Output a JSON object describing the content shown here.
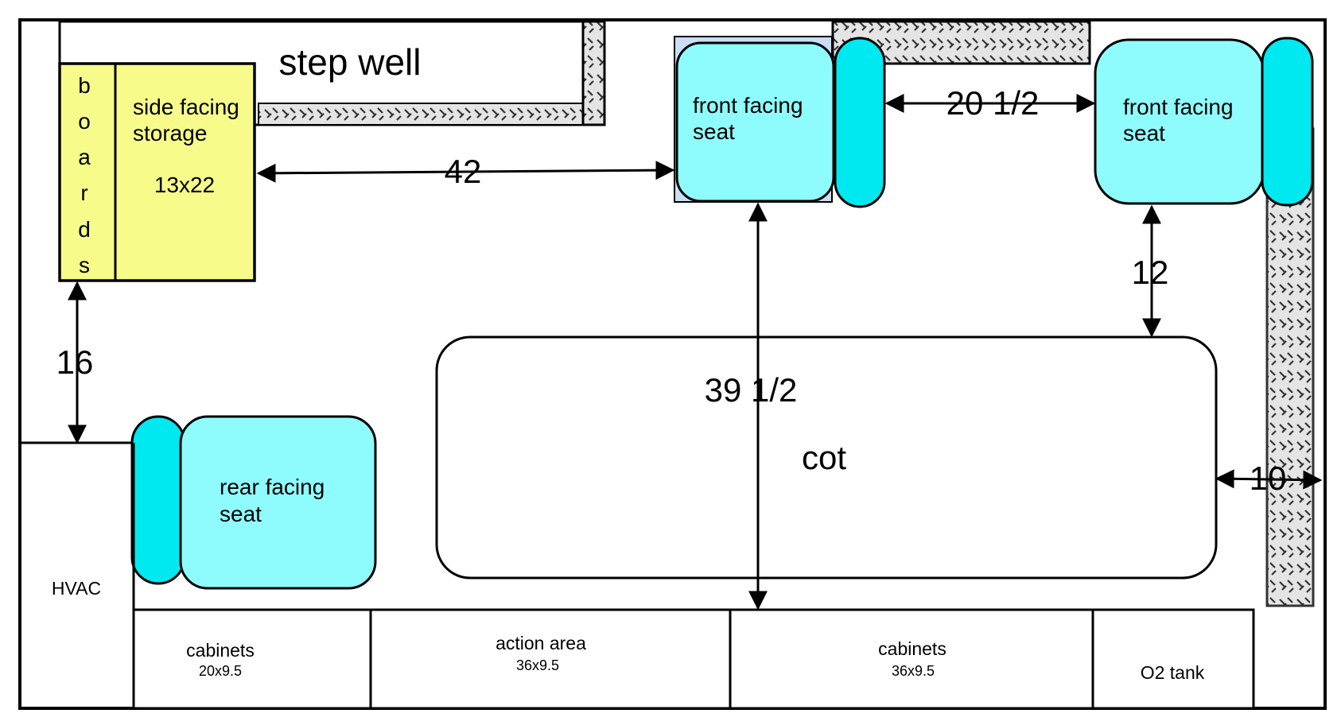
{
  "diagram": {
    "step_well": "step well",
    "boards": [
      "b",
      "o",
      "a",
      "r",
      "d",
      "s"
    ],
    "storage": {
      "line1": "side facing",
      "line2": "storage",
      "size": "13x22"
    },
    "front_seat_left": {
      "line1": "front facing",
      "line2": "seat"
    },
    "front_seat_right": {
      "line1": "front facing",
      "line2": "seat"
    },
    "rear_seat": {
      "line1": "rear facing",
      "line2": "seat"
    },
    "cot": "cot",
    "hvac": "HVAC",
    "cabinets_left": {
      "label": "cabinets",
      "size": "20x9.5"
    },
    "action_area": {
      "label": "action area",
      "size": "36x9.5"
    },
    "cabinets_right": {
      "label": "cabinets",
      "size": "36x9.5"
    },
    "o2_tank": "O2 tank",
    "dimensions": {
      "storage_to_seat": "42",
      "between_seats": "20 1/2",
      "seat_to_cot": "12",
      "boards_to_hvac": "16",
      "seat_to_cabinets": "39 1/2",
      "cot_to_wall": "10"
    },
    "colors": {
      "seat_cushion": "#8efcfc",
      "seat_back": "#00e8f0",
      "storage": "#f6fb8a",
      "hatch_fill": "#d8d8d8",
      "seat_base": "#c9def4"
    }
  }
}
